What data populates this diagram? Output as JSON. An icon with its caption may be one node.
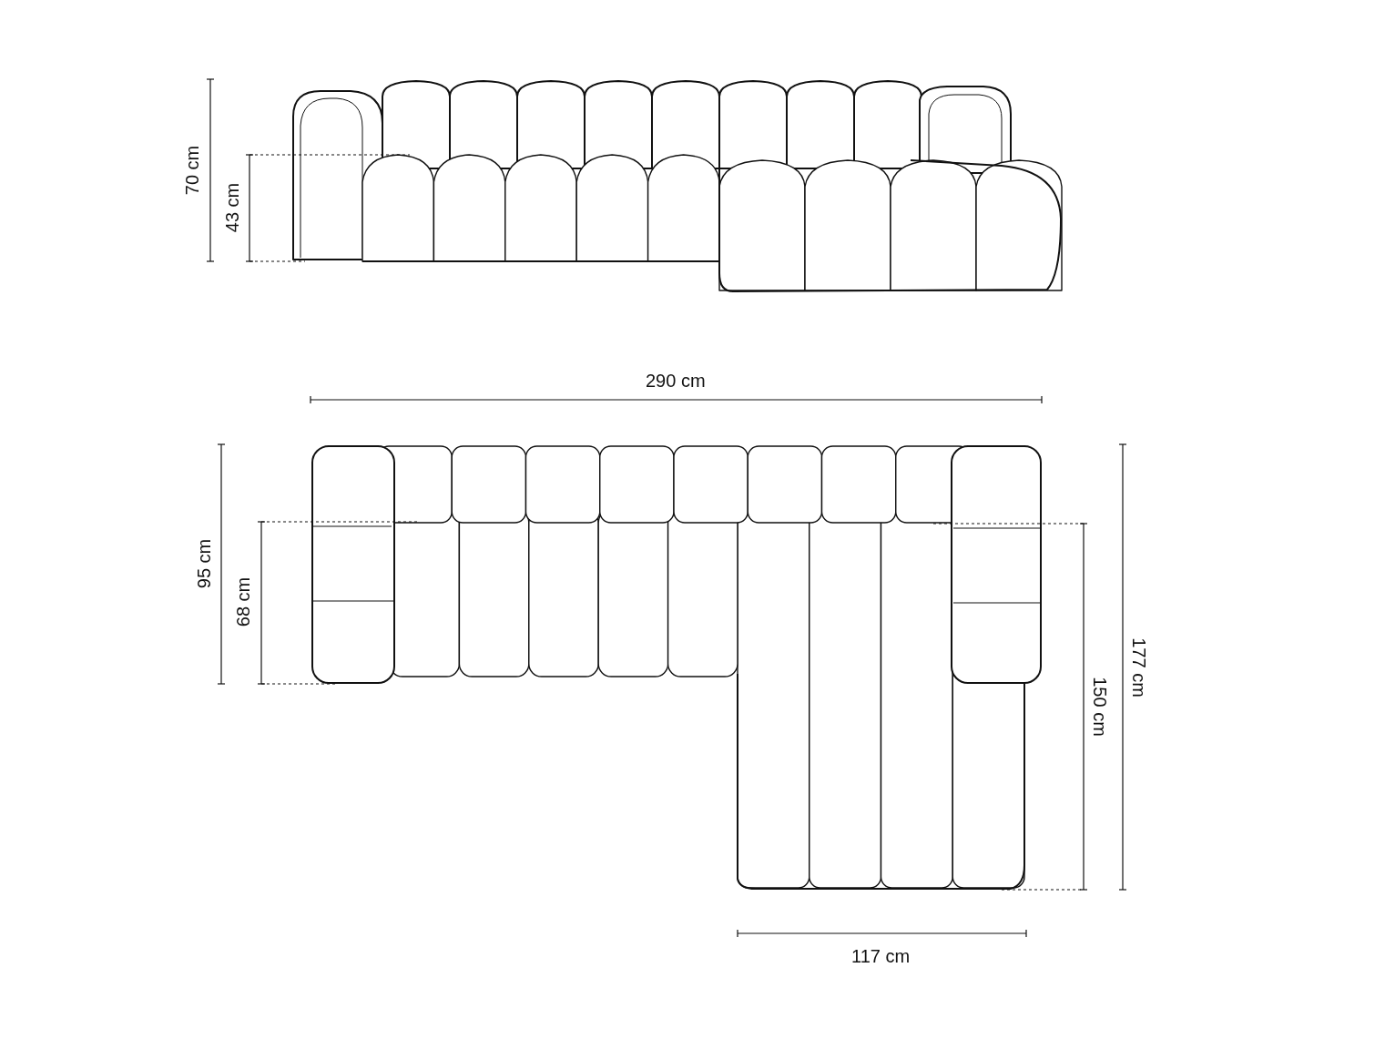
{
  "diagram": {
    "labels": [
      "70 cm",
      "43 cm",
      "290 cm",
      "95 cm",
      "68 cm",
      "177 cm",
      "150 cm",
      "117 cm"
    ]
  }
}
